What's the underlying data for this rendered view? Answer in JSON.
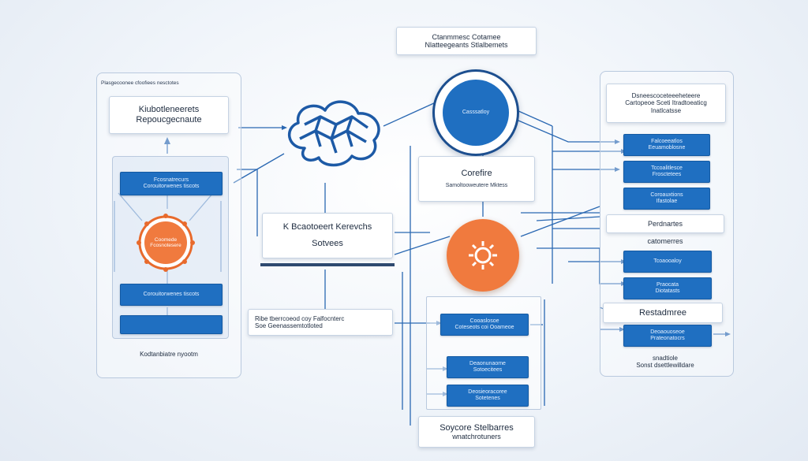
{
  "top_title": {
    "line1": "Ctanmmesc Cotamee",
    "line2": "Nlatteegeants Stlalbemets"
  },
  "left_panel": {
    "header": "Plasgecoonee cfoofiees nesctotes",
    "title": {
      "line1": "Kiubotleneerets",
      "line2": "Repoucgecnaute"
    },
    "blue1": {
      "line1": "Fcosnatrecurs",
      "line2": "Corouitorwenes tiscots"
    },
    "gear_label": {
      "line1": "Coomede",
      "line2": "Fcosnotesere"
    },
    "blue2": "Corouitorwenes tiscots",
    "footer": "Kodtanbiatre nyootm"
  },
  "center": {
    "circle_label": "Casssatloy",
    "corefire": {
      "line1": "Corefire",
      "line2": "Samoltooweutere Mktess"
    },
    "scheduler": {
      "line1": "K Bcaotoeert Kerevchs",
      "line2": "Sotvees"
    },
    "note": {
      "line1": "Ribe tberrcoeod coy Falfocnterc",
      "line2": "Soe Geenassemtotloted"
    },
    "mid_blue1": {
      "line1": "Cooaslosoe",
      "line2": "Coteseots coi Ooameoe"
    },
    "mid_blue2": {
      "line1": "Deaonunaome",
      "line2": "Sotoecitees"
    },
    "mid_blue3": {
      "line1": "Deosieoracoree",
      "line2": "Sotetenes"
    },
    "bottom_label": {
      "line1": "Soycore Stelbarres",
      "line2": "wnatchrotuners"
    }
  },
  "right_panel": {
    "title": {
      "line1": "Dsneescoceteeeheteere",
      "line2": "Cartopeoe Sceti Itradtoeaticg",
      "line3": "Inatlcatsse"
    },
    "blue1": {
      "line1": "Falcoeeatlos",
      "line2": "Eeuamoblosne"
    },
    "blue2": {
      "line1": "Tccoalitlesce",
      "line2": "Frosctetees"
    },
    "blue3": {
      "line1": "Coroauxtions",
      "line2": "Ifastolae"
    },
    "sub1": "Perdnartes",
    "sub2": "catomerres",
    "blue4": "Tcoaooaloy",
    "blue5": {
      "line1": "Praocata",
      "line2": "Diotatasts"
    },
    "restadmree": "Restadmree",
    "blue6": {
      "line1": "Deoaouoseoe",
      "line2": "Prateonatocrs"
    },
    "footer": {
      "line1": "snadtiole",
      "line2": "Sonst dsettlewilldare"
    }
  },
  "colors": {
    "accent_blue": "#1f6fc1",
    "accent_orange": "#f07a3e",
    "navy": "#1d4f8f"
  },
  "icons": [
    "network-cloud-icon",
    "orange-gear-icon",
    "orange-ring-gear-icon"
  ]
}
